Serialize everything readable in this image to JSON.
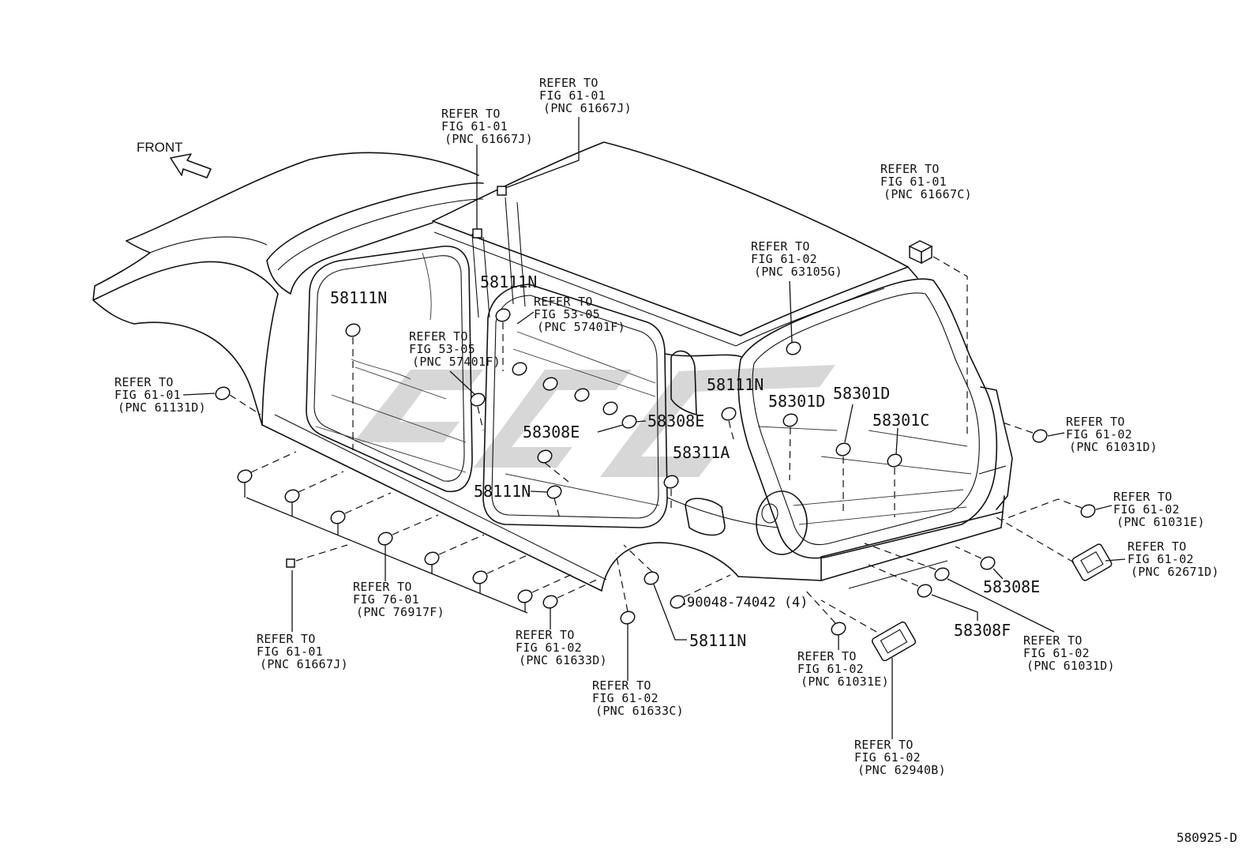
{
  "orientation_label": "FRONT",
  "figure_code": "580925-D",
  "callouts": [
    {
      "lines": [
        "REFER TO",
        "FIG 61-01",
        "(PNC 61667J)"
      ]
    },
    {
      "lines": [
        "REFER TO",
        "FIG 61-01",
        "(PNC 61667J)"
      ]
    },
    {
      "lines": [
        "REFER TO",
        "FIG 61-01",
        "(PNC 61667C)"
      ]
    },
    {
      "lines": [
        "REFER TO",
        "FIG 61-02",
        "(PNC 63105G)"
      ]
    },
    {
      "lines": [
        "REFER TO",
        "FIG 53-05",
        "(PNC 57401F)"
      ]
    },
    {
      "lines": [
        "REFER TO",
        "FIG 53-05",
        "(PNC 57401F)"
      ]
    },
    {
      "lines": [
        "REFER TO",
        "FIG 61-01",
        "(PNC 61131D)"
      ]
    },
    {
      "lines": [
        "REFER TO",
        "FIG 61-02",
        "(PNC 61031D)"
      ]
    },
    {
      "lines": [
        "REFER TO",
        "FIG 61-02",
        "(PNC 61031E)"
      ]
    },
    {
      "lines": [
        "REFER TO",
        "FIG 61-02",
        "(PNC 62671D)"
      ]
    },
    {
      "lines": [
        "REFER TO",
        "FIG 76-01",
        "(PNC 76917F)"
      ]
    },
    {
      "lines": [
        "REFER TO",
        "FIG 61-01",
        "(PNC 61667J)"
      ]
    },
    {
      "lines": [
        "REFER TO",
        "FIG 61-02",
        "(PNC 61633D)"
      ]
    },
    {
      "lines": [
        "REFER TO",
        "FIG 61-02",
        "(PNC 61031D)"
      ]
    },
    {
      "lines": [
        "REFER TO",
        "FIG 61-02",
        "(PNC 61031E)"
      ]
    },
    {
      "lines": [
        "REFER TO",
        "FIG 61-02",
        "(PNC 61633C)"
      ]
    },
    {
      "lines": [
        "REFER TO",
        "FIG 61-02",
        "(PNC 62940B)"
      ]
    }
  ],
  "parts": [
    "58111N",
    "58111N",
    "58111N",
    "58301D",
    "58301D",
    "58301C",
    "58308E",
    "58308E",
    "58311A",
    "58111N",
    "58308E",
    "90048-74042 (4)",
    "58308F",
    "58111N"
  ]
}
